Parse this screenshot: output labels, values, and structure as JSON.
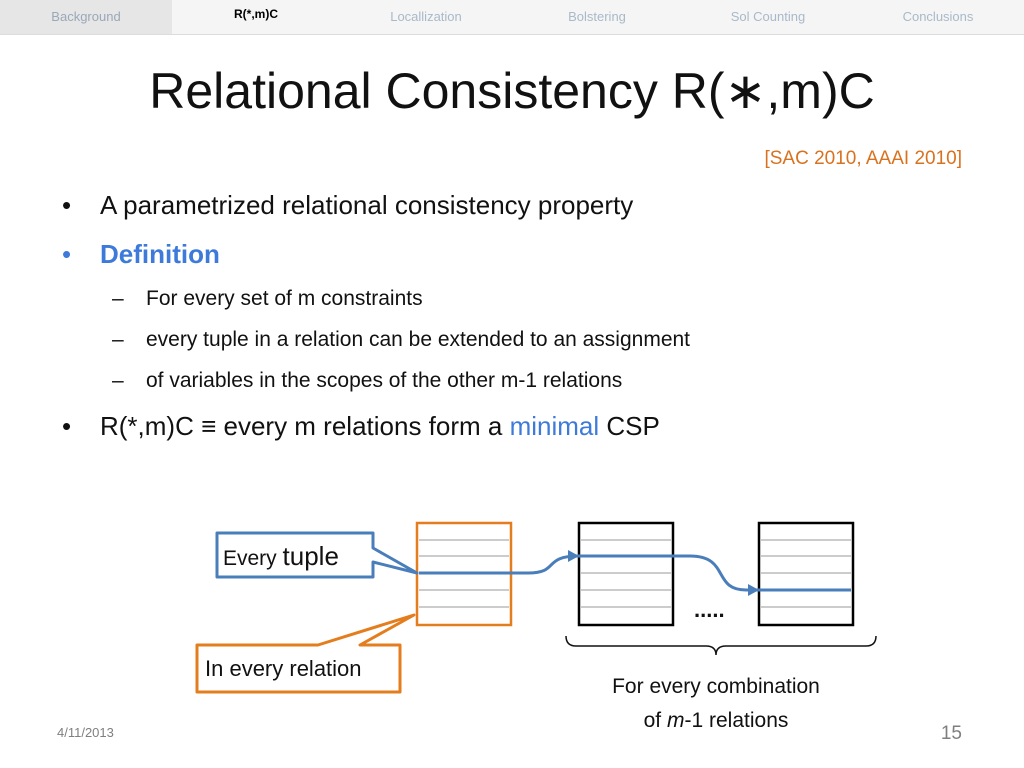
{
  "nav": {
    "items": [
      "Background",
      "R(*,m)C",
      "Locallization",
      "Bolstering",
      "Sol Counting",
      "Conclusions"
    ]
  },
  "slide": {
    "title": "Relational Consistency R(∗,m)C",
    "citation": "[SAC 2010, AAAI 2010]",
    "bullet1": "A parametrized relational consistency property",
    "bullet2": "Definition",
    "sub1": "For every set of m constraints",
    "sub2": "every tuple in a relation can be extended to an assignment",
    "sub3": "of variables in the scopes of the other m-1 relations",
    "bullet3_prefix": "R(*,m)C ≡ every m relations form a",
    "bullet3_highlight": "minimal",
    "bullet3_suffix": "CSP"
  },
  "diagram": {
    "callout_tuple_a": "Every",
    "callout_tuple_b": "tuple",
    "callout_relation": "In every relation",
    "ellipsis": ".....",
    "brace_label_line1": "For every combination",
    "brace_label_line2_prefix": "of",
    "brace_label_line2_m": "m",
    "brace_label_line2_suffix": "-1 relations"
  },
  "footer": {
    "date": "4/11/2013",
    "page": "15"
  },
  "colors": {
    "accent_blue": "#3d7ad9",
    "accent_orange": "#d9721e",
    "callout_blue": "#4a7ebb",
    "callout_orange": "#e47d1e"
  }
}
